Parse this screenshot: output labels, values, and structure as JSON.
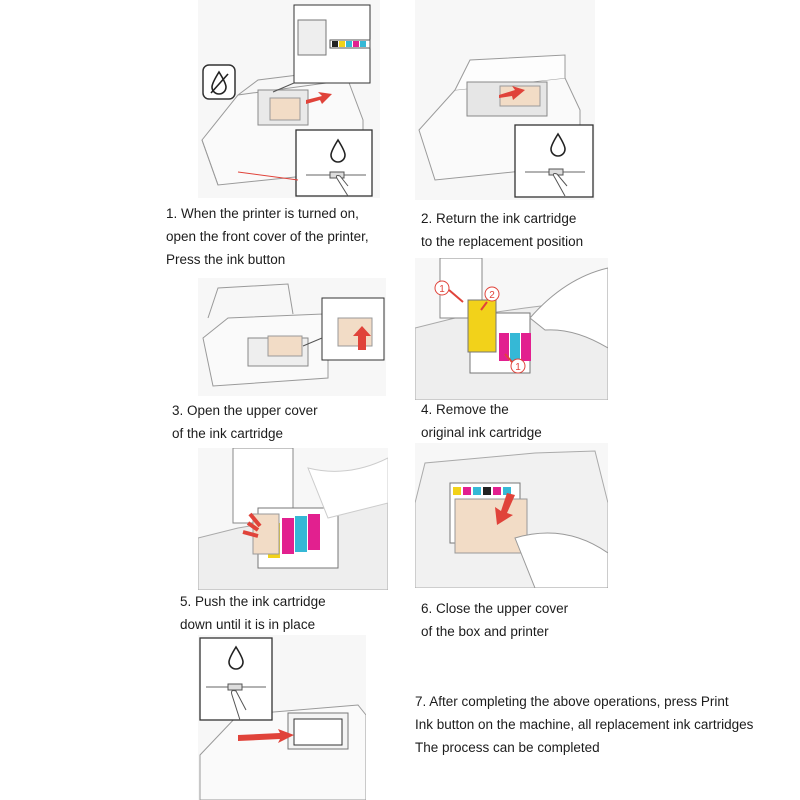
{
  "steps": [
    {
      "lines": [
        "1. When the printer is turned on,",
        "open the front cover of the printer,",
        "Press the ink button"
      ]
    },
    {
      "lines": [
        "2. Return the ink cartridge",
        "to the replacement position"
      ]
    },
    {
      "lines": [
        "3. Open the upper cover",
        "of the ink cartridge"
      ]
    },
    {
      "lines": [
        "4. Remove the",
        "original ink cartridge"
      ]
    },
    {
      "lines": [
        "5. Push the ink cartridge",
        "down until it is in place"
      ]
    },
    {
      "lines": [
        "6. Close the upper cover",
        "of the box and printer"
      ]
    },
    {
      "lines": [
        "7. After completing the above operations, press Print",
        "Ink button on the machine, all replacement ink cartridges",
        "The process can be completed"
      ]
    }
  ],
  "figure_labels": {
    "callout_1": "1",
    "callout_2": "2",
    "callout_1b": "1"
  },
  "colors": {
    "cartridge_yellow": "#f2d21a",
    "cartridge_magenta": "#e2208f",
    "cartridge_cyan": "#35b8d6",
    "cartridge_black": "#222222",
    "arrow_red": "#e0433a",
    "cartridge_body": "#f2dcc6"
  },
  "icons": [
    "ink-drop-icon",
    "no-ink-icon",
    "press-finger-icon",
    "red-arrow-icon"
  ]
}
